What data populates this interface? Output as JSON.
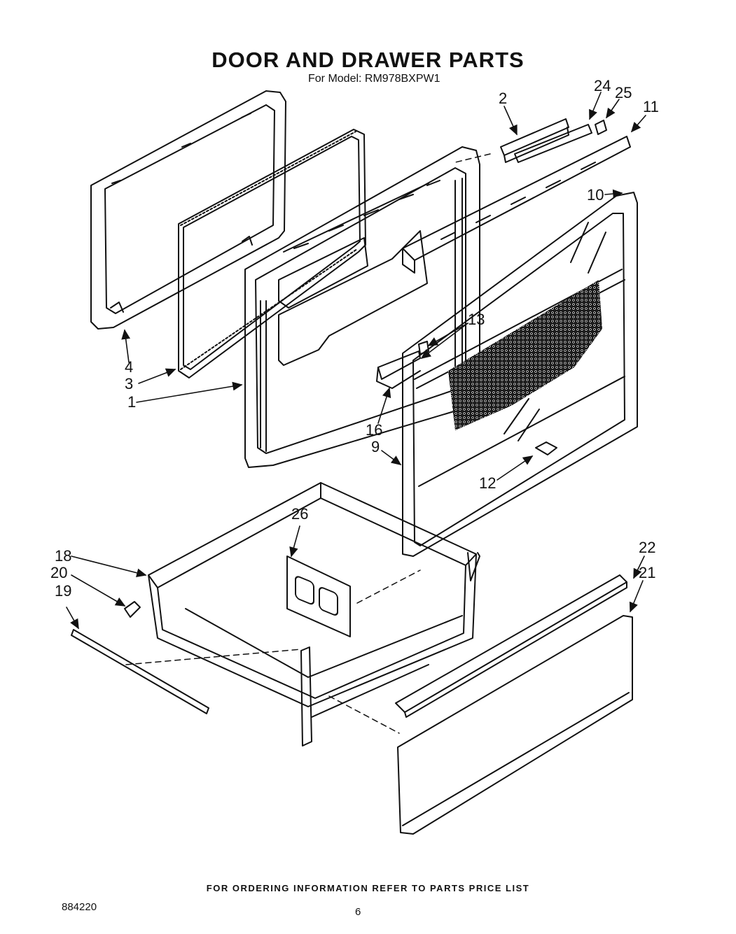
{
  "header": {
    "title": "DOOR AND DRAWER PARTS",
    "subtitle": "For Model: RM978BXPW1"
  },
  "callouts": [
    "2",
    "24",
    "25",
    "11",
    "10",
    "13",
    "4",
    "3",
    "1",
    "16",
    "9",
    "12",
    "26",
    "18",
    "20",
    "19",
    "22",
    "21"
  ],
  "footer": {
    "ordering_note": "FOR ORDERING INFORMATION REFER TO PARTS PRICE LIST",
    "doc_number": "884220",
    "page_number": "6"
  },
  "colors": {
    "ink": "#111111",
    "paper": "#ffffff"
  }
}
